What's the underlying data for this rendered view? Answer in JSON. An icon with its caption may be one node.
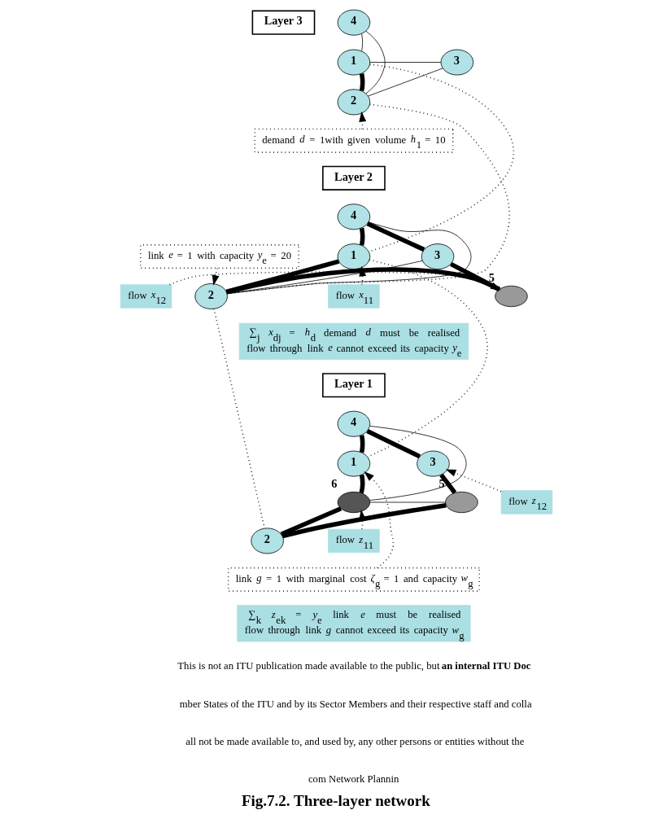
{
  "diagram": {
    "caption": "Fig.7.2. Three-layer network",
    "nodes": [
      {
        "text": [
          "Layer 3"
        ]
      },
      {
        "text": [
          "1"
        ]
      },
      {
        "text": [
          "4"
        ]
      },
      {
        "text": [
          "3"
        ]
      },
      {
        "text": [
          "2"
        ]
      },
      {
        "text": [
          "demand *d* = 1with given volume *h*$_{1}$ = 10"
        ]
      },
      {
        "text": [
          "Layer 2"
        ]
      },
      {
        "text": [
          "1"
        ]
      },
      {
        "text": [
          "4"
        ]
      },
      {
        "text": [
          "3"
        ]
      },
      {
        "text": [
          "2"
        ]
      },
      {
        "text": [],
        "shape": "circle",
        "beside": [
          "5"
        ]
      },
      {
        "text": [
          "link *e* = 1 with capacity *y*$_{e}$ = 20"
        ]
      },
      {
        "text": [
          "flow *x*$_{11}$"
        ]
      },
      {
        "text": [
          "flow *x*$_{12}$"
        ]
      },
      {
        "text": [
          "∑$_{j}$ *x*$_{dj}$ = *h*$_{d}$   demand *d* must be realised",
          "flow through link *e* cannot exceed its capacity *y*$_{e}$"
        ]
      },
      {
        "text": [
          "Layer 1"
        ]
      },
      {
        "text": [
          "1"
        ]
      },
      {
        "text": [
          "4"
        ]
      },
      {
        "text": [
          "3"
        ]
      },
      {
        "text": [],
        "shape": "circle",
        "beside": [
          "6"
        ]
      },
      {
        "text": [],
        "shape": "circle",
        "beside": [
          "5"
        ]
      },
      {
        "text": [
          "2"
        ]
      },
      {
        "text": [
          "flow *z*$_{11}$"
        ]
      },
      {
        "text": [
          "flow *z*$_{12}$"
        ]
      },
      {
        "text": [
          "link *g* = 1 with marginal cost *ζ*$_{g}$ = 1 and capacity *w*$_{g}$"
        ]
      },
      {
        "text": [
          "∑$_{k}$ *z*$_{ek}$ = *y*$_{e}$   link *e* must be realised",
          "flow through link *g* cannot exceed its capacity *w*$_{g}$"
        ]
      }
    ],
    "edges": [
      {
        "from": 1,
        "to": 2,
        "arrow": "none"
      },
      {
        "from": 1,
        "to": 3,
        "arrow": "none"
      },
      {
        "from": 1,
        "to": 4,
        "arrow": "none",
        "style": "thick"
      },
      {
        "from": 2,
        "to": 4,
        "arrow": "none"
      },
      {
        "from": 4,
        "to": 3,
        "arrow": "none"
      },
      {
        "from": 5,
        "to": 4,
        "arrow": "to",
        "style": "dashed"
      },
      {
        "from": 7,
        "to": 8,
        "arrow": "none",
        "style": "thick"
      },
      {
        "from": 8,
        "to": 9,
        "arrow": "none",
        "style": "thick"
      },
      {
        "from": 7,
        "to": 10,
        "arrow": "none",
        "style": "thick"
      },
      {
        "from": 10,
        "to": 11,
        "arrow": "none",
        "style": "thick"
      },
      {
        "from": 11,
        "to": 9,
        "arrow": "none",
        "style": "thick"
      },
      {
        "from": 8,
        "to": 10,
        "arrow": "none"
      },
      {
        "from": 10,
        "to": 9,
        "arrow": "none"
      },
      {
        "from": 12,
        "to": 10,
        "arrow": "to",
        "style": "dashed"
      },
      {
        "from": 13,
        "to": 7,
        "arrow": "to",
        "style": "dashed"
      },
      {
        "from": 14,
        "to": 11,
        "arrow": "to",
        "style": "dashed"
      },
      {
        "from": 17,
        "to": 18,
        "arrow": "none",
        "style": "thick"
      },
      {
        "from": 18,
        "to": 19,
        "arrow": "none",
        "style": "thick"
      },
      {
        "from": 19,
        "to": 21,
        "arrow": "none",
        "style": "thick"
      },
      {
        "from": 21,
        "to": 22,
        "arrow": "none",
        "style": "thick"
      },
      {
        "from": 22,
        "to": 20,
        "arrow": "none",
        "style": "thick"
      },
      {
        "from": 20,
        "to": 17,
        "arrow": "none",
        "style": "thick"
      },
      {
        "from": 18,
        "to": 20,
        "arrow": "none"
      },
      {
        "from": 20,
        "to": 21,
        "arrow": "none"
      },
      {
        "from": 23,
        "to": 20,
        "arrow": "to",
        "style": "dashed"
      },
      {
        "from": 24,
        "to": 19,
        "arrow": "to",
        "style": "dashed"
      },
      {
        "from": 25,
        "to": 17,
        "arrow": "to",
        "style": "dashed"
      },
      {
        "from": 1,
        "to": 7,
        "arrow": "none",
        "style": "dashed"
      },
      {
        "from": 7,
        "to": 17,
        "arrow": "none",
        "style": "dashed"
      },
      {
        "from": 4,
        "to": 10,
        "arrow": "none",
        "style": "dashed"
      },
      {
        "from": 10,
        "to": 22,
        "arrow": "none",
        "style": "dashed"
      }
    ],
    "labels": [
      "This is not an ITU publication made available to the public, but **an internal ITU Doc**",
      "mber States of the ITU and by its Sector Members and their respective staff and colla",
      "all not be made available to, and used by, any other persons or entities without the",
      "com Network Plannin"
    ]
  }
}
